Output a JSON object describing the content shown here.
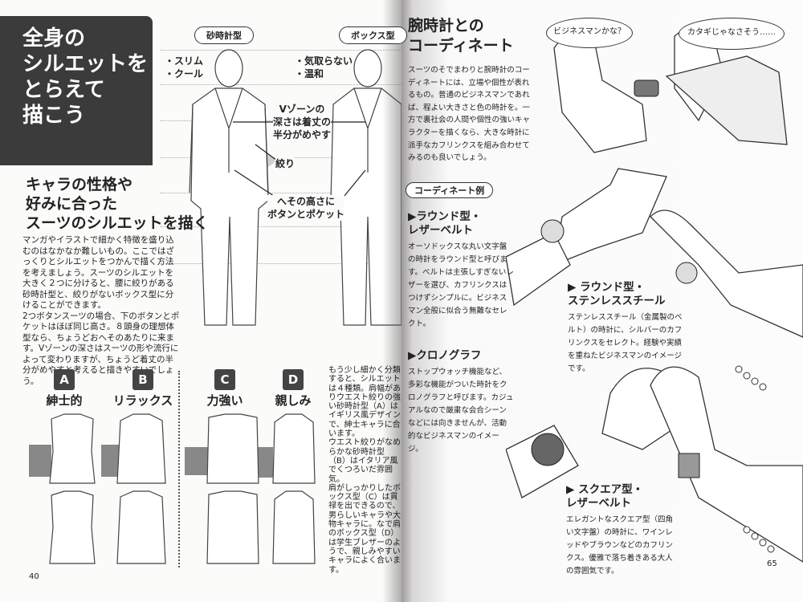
{
  "left_page": {
    "title": [
      "全身の",
      "シルエットを",
      "とらえて",
      "描こう"
    ],
    "subtitle": [
      "キャラの性格や",
      "好みに合った",
      "スーツのシルエットを描く"
    ],
    "intro": "マンガやイラストで細かく特徴を盛り込むのはなかなか難しいもの。ここではざっくりとシルエットをつかんで描く方法を考えましょう。スーツのシルエットを大きく２つに分けると、腰に絞りがある砂時計型と、絞りがないボックス型に分けることができます。\n2つボタンスーツの場合、下のボタンとポケットはほぼ同じ高さ。８頭身の理想体型なら、ちょうどおへそのあたりに来ます。Vゾーンの深さはスーツの形や流行によって変わりますが、ちょうど着丈の半分がめやすと考えると描きやすいでしょう。",
    "hourglass_label": "砂時計型",
    "box_label": "ボックス型",
    "hourglass_traits": [
      "・スリム",
      "・クール"
    ],
    "box_traits": [
      "・気取らない",
      "・温和"
    ],
    "note_vzone": "Vゾーンの\n深さは着丈の\n半分がめやす",
    "note_waist": "絞り",
    "note_navel": "へその高さに\nボタンとポケット",
    "categories": [
      {
        "letter": "A",
        "label": "紳士的"
      },
      {
        "letter": "B",
        "label": "リラックス"
      },
      {
        "letter": "C",
        "label": "力強い"
      },
      {
        "letter": "D",
        "label": "親しみ"
      }
    ],
    "side_text": "もう少し細かく分類すると、シルエットは４種類。肩幅がありウエスト絞りの強い砂時計型（A）はイギリス風デザインで、紳士キャラに合います。\nウエスト絞りがなめらかな砂時計型（B）はイタリア風でくつろいだ雰囲気。\n肩がしっかりしたボックス型（C）は貫禄を出できるので、男らしいキャラや大物キャラに。なで肩のボックス型（D）は学生ブレザーのようで、親しみやすいキャラによく合います。",
    "page_number": "40"
  },
  "right_page": {
    "title": [
      "腕時計との",
      "コーディネート"
    ],
    "intro": "スーツのそでまわりと腕時計のコーディネートには、立場や個性が表れるもの。普通のビジネスマンであれば、程よい大きさと色の時計を。一方で裏社会の人間や個性の強いキャラクターを描くなら、大きな時計に派手なカフリンクスを組み合わせてみるのも良いでしょう。",
    "bubble_1": "ビジネスマンかな？",
    "bubble_2": "カタギじゃなさそう……",
    "examples_label": "コーディネート例",
    "examples": [
      {
        "title": "▶ラウンド型・\nレザーベルト",
        "text": "オーソドックスな丸い文字盤の時計をラウンド型と呼びます。ベルトは主張しすぎないレザーを選び、カフリンクスはつけずシンプルに。ビジネスマン全般に似合う無難なセレクト。"
      },
      {
        "title": "▶クロノグラフ",
        "text": "ストップウォッチ機能など、多彩な機能がついた時計をクロノグラフと呼びます。カジュアルなので厳粛な会合シーンなどには向きませんが、活動的なビジネスマンのイメージ。"
      },
      {
        "title": "▶ ラウンド型・\nステンレススチール",
        "text": "ステンレススチール（金属製のベルト）の時計に、シルバーのカフリンクスをセレクト。経験や実績を重ねたビジネスマンのイメージです。"
      },
      {
        "title": "▶ スクエア型・\nレザーベルト",
        "text": "エレガントなスクエア型（四角い文字盤）の時計に、ワインレッドやブラウンなどのカフリンクス。優雅で落ち着きある大人の雰囲気です。"
      }
    ],
    "page_number": "65"
  }
}
